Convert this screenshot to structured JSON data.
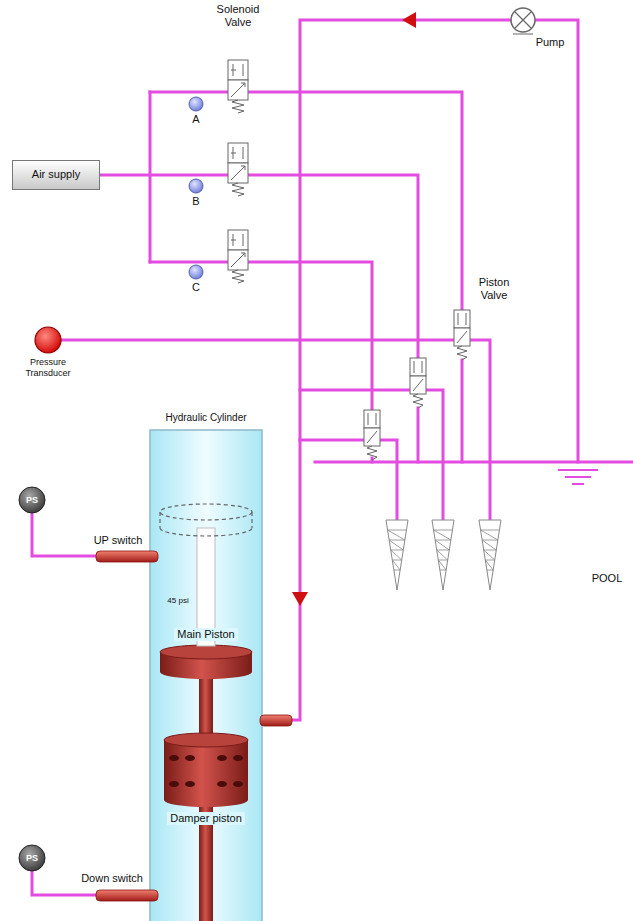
{
  "diagram": {
    "nodes": [
      {
        "text": [
          "Air supply"
        ]
      },
      {
        "text": [
          "PS"
        ]
      },
      {
        "text": [
          "PS"
        ]
      }
    ],
    "labels": [
      "Solenoid Valve",
      "Pump",
      "A",
      "B",
      "C",
      "Piston Valve",
      "Pressure Transducer",
      "Hydraulic Cylinder",
      "UP switch",
      "45 psi",
      "Main Piston",
      "Damper piston",
      "Down switch",
      "POOL"
    ]
  }
}
